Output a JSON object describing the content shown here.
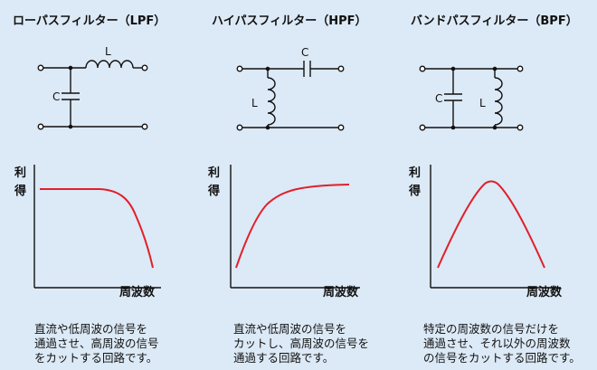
{
  "filters": [
    {
      "id": "lpf",
      "title": "ローパスフィルター（LPF）",
      "components": {
        "series": "L",
        "shunt": "C"
      },
      "response": "low-pass",
      "description": "直流や低周波の信号を\n通過させ、高周波の信号\nをカットする回路です。"
    },
    {
      "id": "hpf",
      "title": "ハイパスフィルター（HPF）",
      "components": {
        "series": "C",
        "shunt": "L"
      },
      "response": "high-pass",
      "description": "直流や低周波の信号を\nカットし、高周波の信号を\n通過する回路です。"
    },
    {
      "id": "bpf",
      "title": "バンドパスフィルター（BPF）",
      "components": {
        "shunt_left": "C",
        "shunt_right": "L"
      },
      "response": "band-pass",
      "description": "特定の周波数の信号だけを\n通過させ、それ以外の周波数\nの信号をカットする回路です。"
    }
  ],
  "axes": {
    "ylabel_1": "利",
    "ylabel_2": "得",
    "xlabel": "周波数"
  },
  "colors": {
    "background": "#dce9f6",
    "curve": "#e0202a",
    "line": "#111111"
  }
}
